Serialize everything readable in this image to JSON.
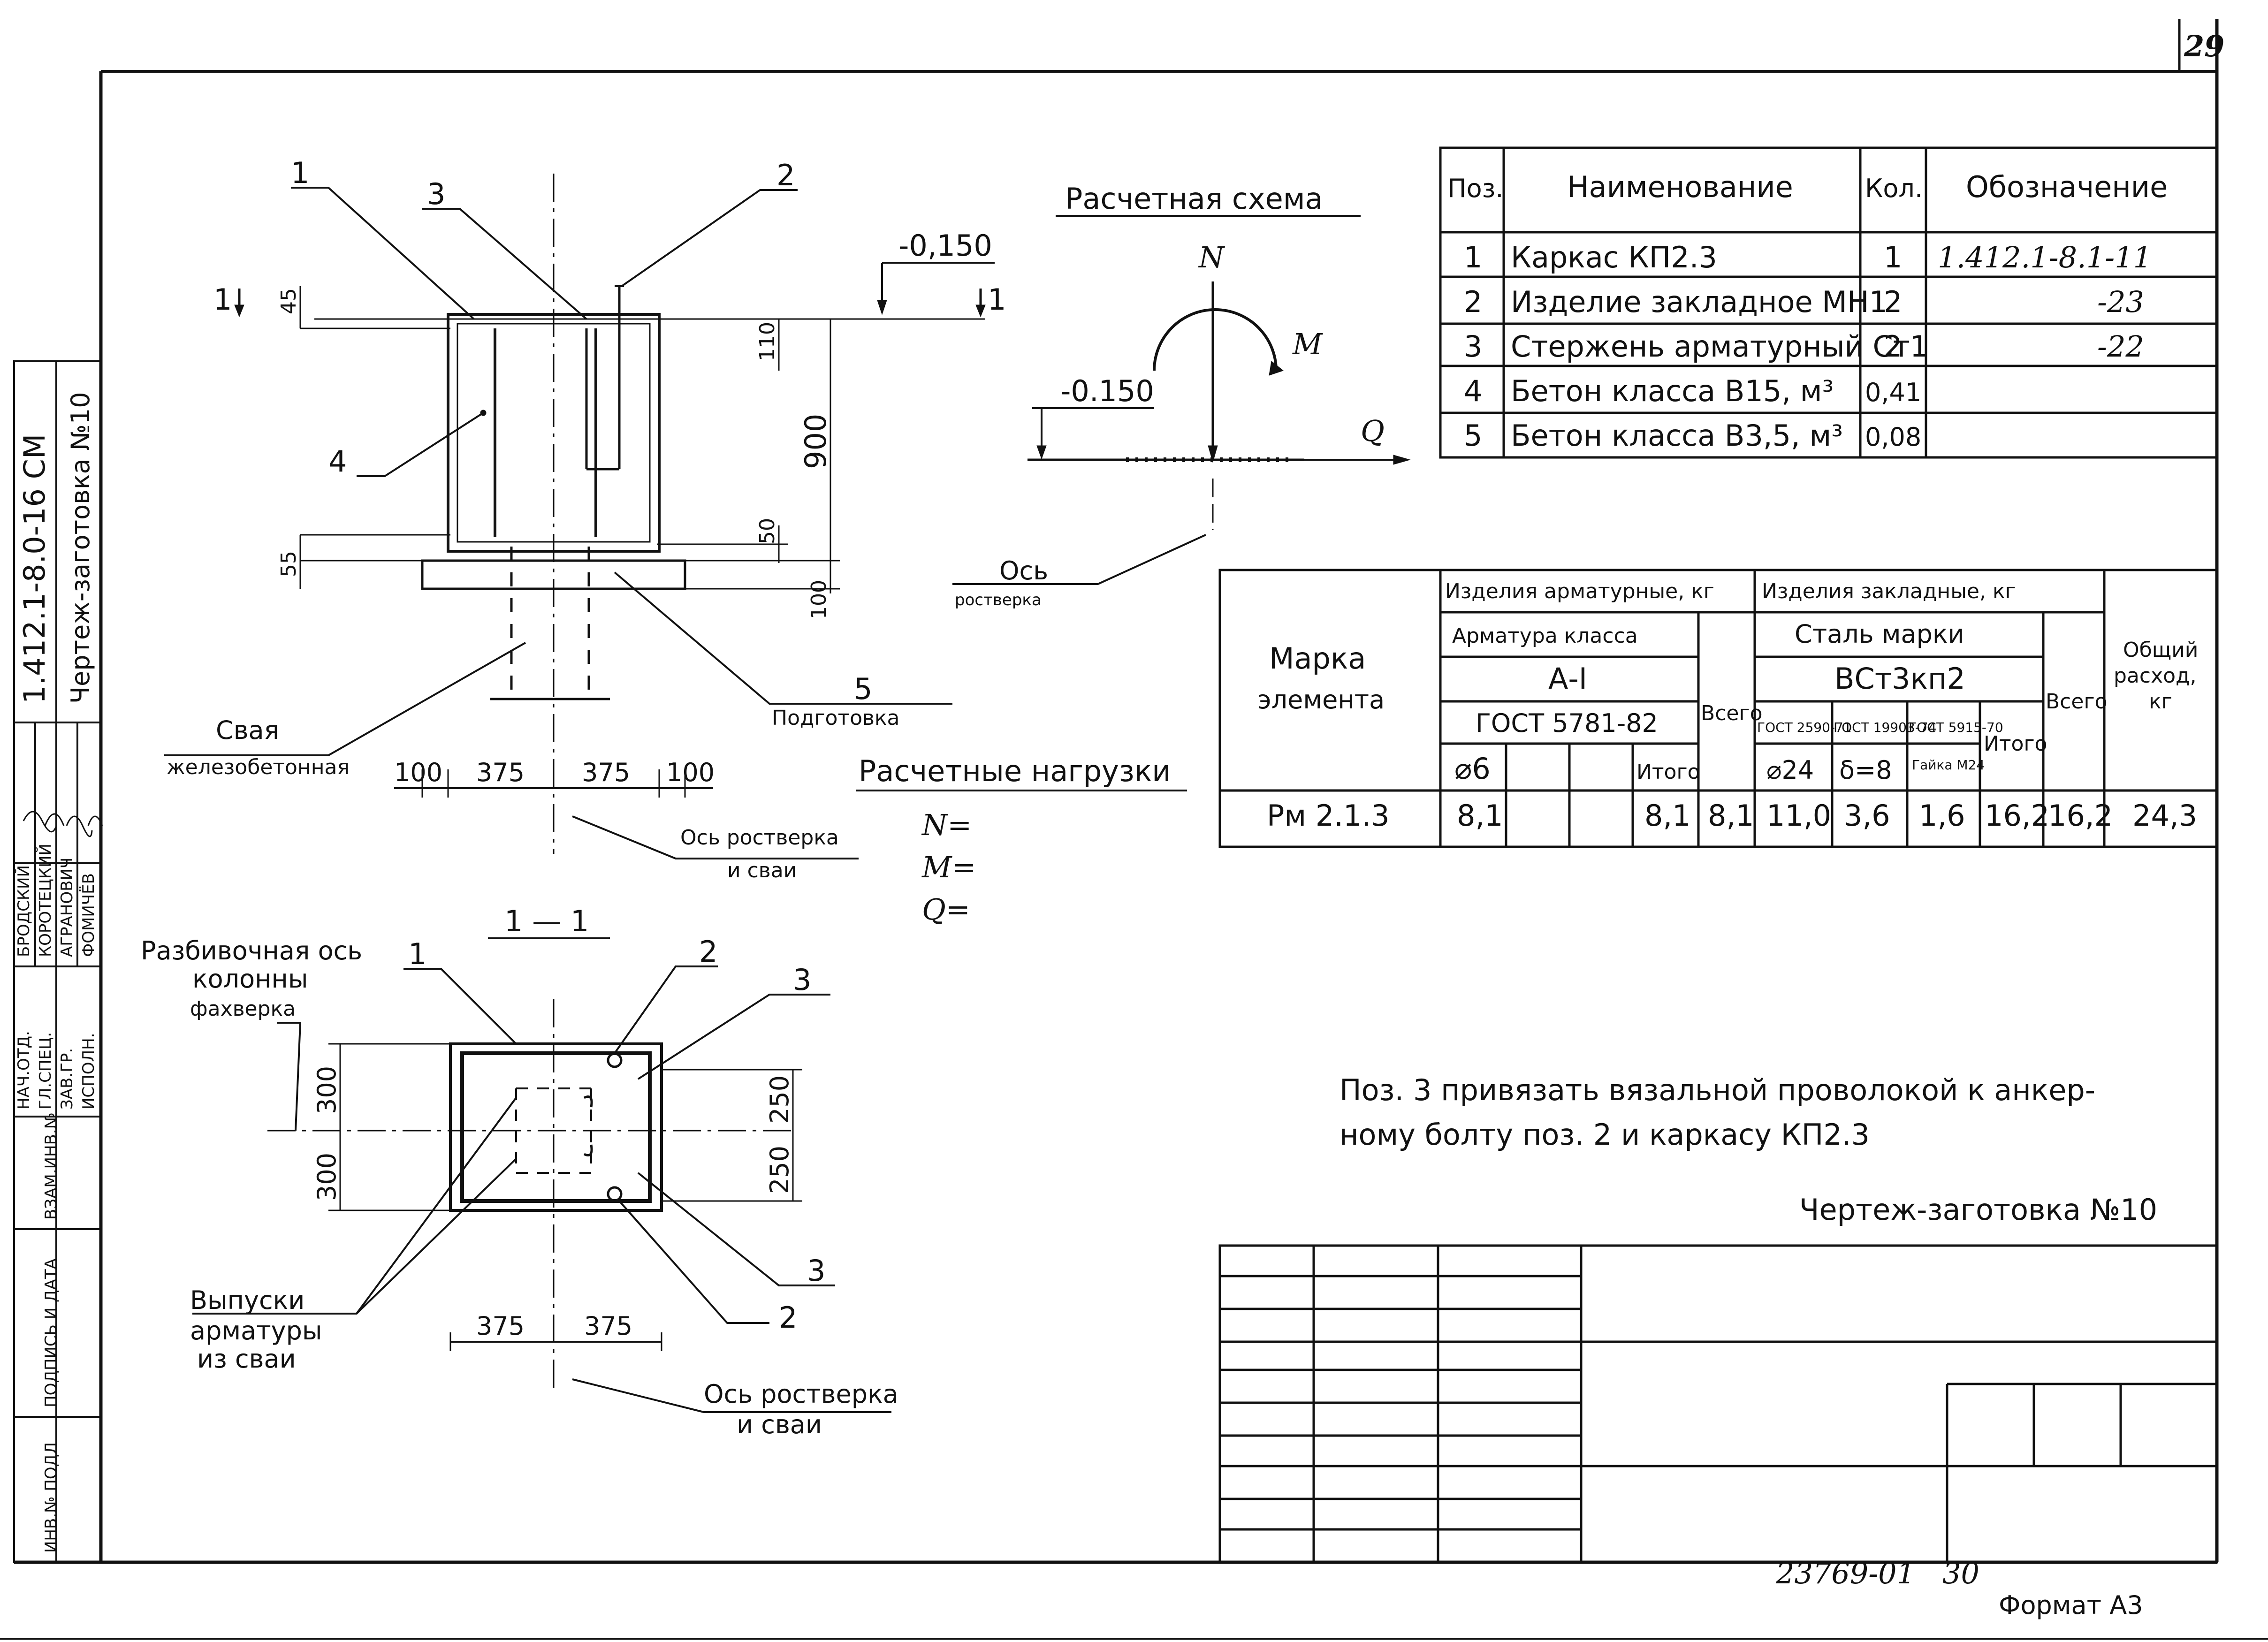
{
  "sheet": {
    "page_number": "29",
    "doc_code": "1.412.1-8.0-16 СМ",
    "drawing_title": "Чертеж-заготовка №10",
    "inventory_number": "23769-01",
    "inventory_page": "30",
    "format": "Формат А3"
  },
  "side_stamp": {
    "rows": [
      {
        "role": "НАЧ.ОТД.",
        "name": "БРОДСКИЙ"
      },
      {
        "role": "ГЛ.СПЕЦ.",
        "name": "КОРОТЕЦКИЙ"
      },
      {
        "role": "ЗАВ.ГР.",
        "name": "АГРАНОВИЧ"
      },
      {
        "role": "ИСПОЛН.",
        "name": "ФОМИЧЁВ"
      }
    ],
    "fields": [
      "ВЗАМ.ИНВ.№",
      "ПОДПИСЬ И ДАТА",
      "ИНВ.№ ПОДЛ"
    ]
  },
  "elevation": {
    "leaders": [
      "1",
      "3",
      "2",
      "4"
    ],
    "section_marks": [
      "1",
      "1"
    ],
    "level": "-0,150",
    "dims_vertical": [
      "45",
      "110",
      "900",
      "50",
      "55",
      "100"
    ],
    "dims_horizontal": [
      "100",
      "375",
      "375",
      "100"
    ],
    "labels": {
      "pile_line1": "Свая",
      "pile_line2": "железобетонная",
      "prep_num": "5",
      "prep_text": "Подготовка",
      "axis_line1": "Ось ростверка",
      "axis_line2": "и сваи"
    }
  },
  "calc_scheme": {
    "title": "Расчетная схема",
    "N": "N",
    "M": "M",
    "Q": "Q",
    "level": "-0.150",
    "axis_line1": "Ось",
    "axis_line2": "ростверка"
  },
  "loads": {
    "title": "Расчетные нагрузки",
    "items": [
      "N=",
      "M=",
      "Q="
    ]
  },
  "section": {
    "title": "1 — 1",
    "leaders": [
      "1",
      "2",
      "3",
      "3",
      "2"
    ],
    "dims_left": [
      "300",
      "300"
    ],
    "dims_right": [
      "250",
      "250"
    ],
    "dims_bottom": [
      "375",
      "375"
    ],
    "labels": {
      "axis_col_line1": "Разбивочная ось",
      "axis_col_line2": "колонны",
      "axis_col_line3": "фахверка",
      "rebar_line1": "Выпуски",
      "rebar_line2": "арматуры",
      "rebar_line3": "из сваи",
      "axis_line1": "Ось ростверка",
      "axis_line2": "и сваи"
    }
  },
  "spec_table": {
    "headers": [
      "Поз.",
      "Наименование",
      "Кол.",
      "Обозначение"
    ],
    "rows": [
      [
        "1",
        "Каркас КП2.3",
        "1",
        "1.412.1-8.1-11"
      ],
      [
        "2",
        "Изделие закладное МН1",
        "2",
        "-23"
      ],
      [
        "3",
        "Стержень арматурный Ст1",
        "2",
        "-22"
      ],
      [
        "4",
        "Бетон класса В15, м³",
        "0,41",
        ""
      ],
      [
        "5",
        "Бетон класса В3,5, м³",
        "0,08",
        ""
      ]
    ]
  },
  "mass_table": {
    "mark_header_line1": "Марка",
    "mark_header_line2": "элемента",
    "rebar_group": "Изделия арматурные, кг",
    "rebar_class": "Арматура класса",
    "rebar_class_value": "А-I",
    "rebar_gost": "ГОСТ 5781-82",
    "rebar_diam": "⌀6",
    "itogo": "Итого",
    "vsego": "Всего",
    "embed_group": "Изделия закладные, кг",
    "steel_mark": "Сталь марки",
    "steel_value": "ВСт3кп2",
    "gost1": "ГОСТ 2590-71",
    "gost2": "ГОСТ 19903-74",
    "gost3": "ГОСТ 5915-70",
    "d24": "⌀24",
    "d8": "δ=8",
    "nut": "Гайка М24",
    "total_header_line1": "Общий",
    "total_header_line2": "расход,",
    "total_header_line3": "кг",
    "row": {
      "mark": "Рм 2.1.3",
      "d6": "8,1",
      "itogo1": "8,1",
      "vsego1": "8,1",
      "d24v": "11,0",
      "d8v": "3,6",
      "nutv": "1,6",
      "itogo2": "16,2",
      "vsego2": "16,2",
      "total": "24,3"
    }
  },
  "note": {
    "line1": "Поз. 3 привязать вязальной проволокой к анкер-",
    "line2": "ному болту поз. 2 и каркасу КП2.3"
  }
}
